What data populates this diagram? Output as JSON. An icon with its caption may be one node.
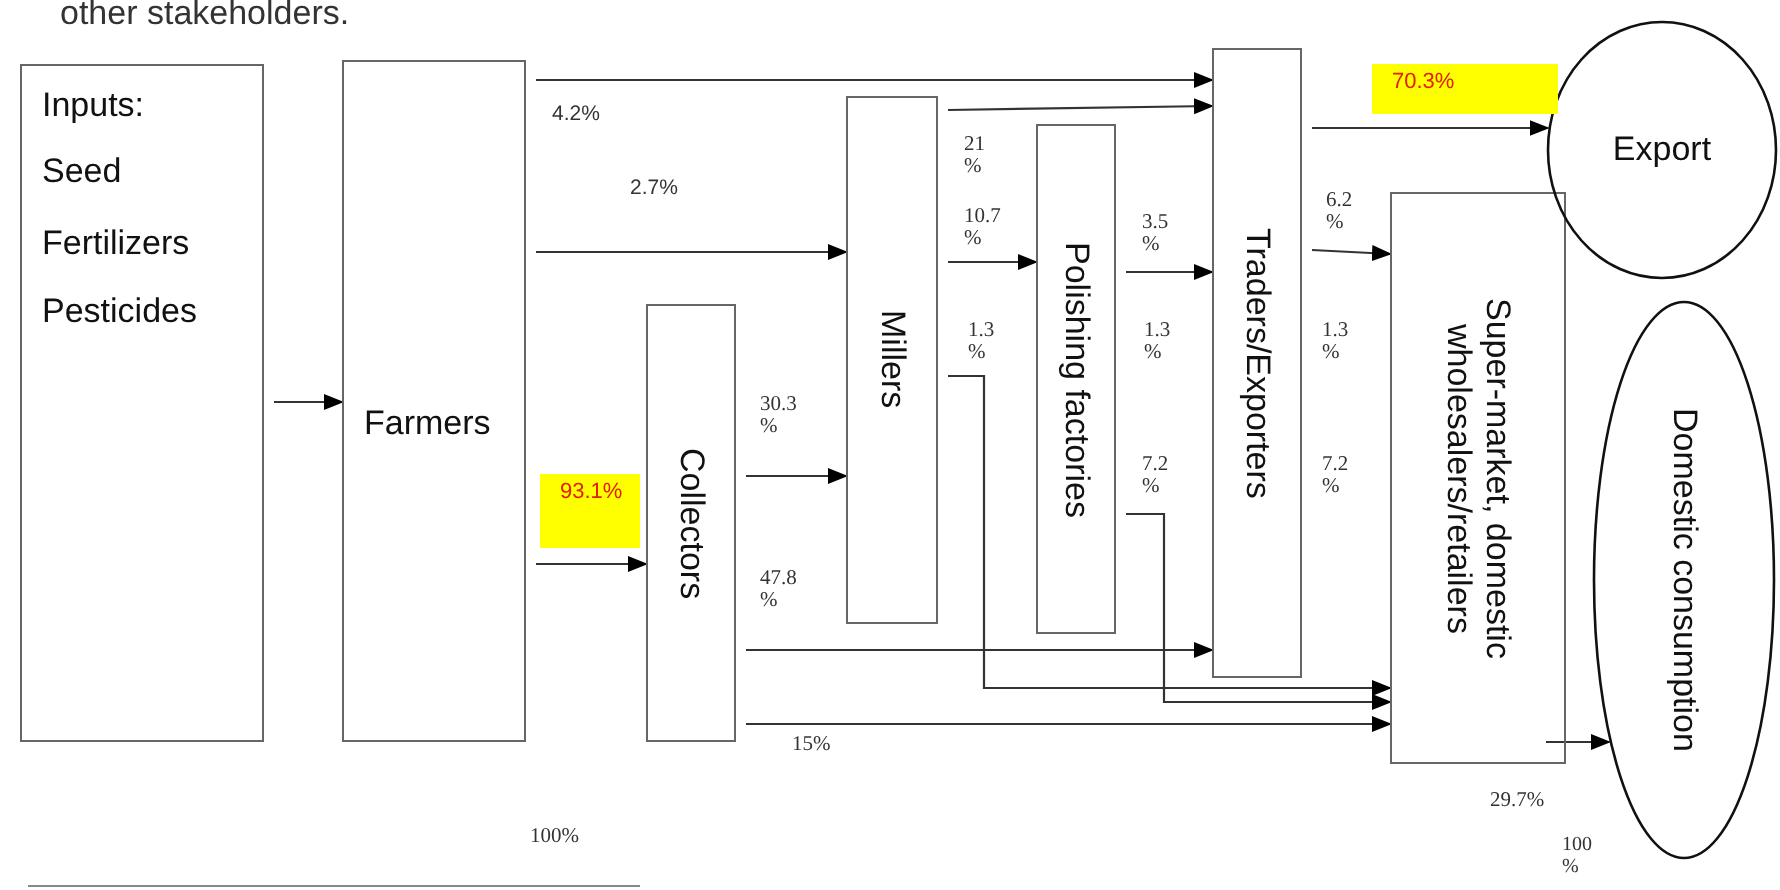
{
  "diagram": {
    "nodes": [
      {
        "text": [
          "Inputs:",
          "Seed",
          "Fertilizers",
          "Pesticides"
        ]
      },
      {
        "text": [
          "Farmers"
        ]
      },
      {
        "text": [
          "Collectors"
        ]
      },
      {
        "text": [
          "Millers"
        ]
      },
      {
        "text": [
          "Polishing factories"
        ]
      },
      {
        "text": [
          "Traders/Exporters"
        ]
      },
      {
        "text": [
          "Super-market, domestic wholesalers/retailers"
        ]
      },
      {
        "text": [
          "Export"
        ]
      },
      {
        "text": [
          "Domestic consumption"
        ]
      }
    ],
    "edges": [
      {
        "from": 0,
        "to": 1,
        "arrow": "to"
      },
      {
        "from": 1,
        "to": 5,
        "arrow": "to",
        "label": "4.2%"
      },
      {
        "from": 1,
        "to": 3,
        "arrow": "to",
        "label": "2.7%"
      },
      {
        "from": 1,
        "to": 2,
        "arrow": "to",
        "label": "93.1%"
      },
      {
        "from": 2,
        "to": 3,
        "arrow": "to",
        "label": "30.3 %"
      },
      {
        "from": 2,
        "to": 5,
        "arrow": "to",
        "label": "47.8 %"
      },
      {
        "from": 2,
        "to": 6,
        "arrow": "to",
        "label": "15%"
      },
      {
        "from": 3,
        "to": 5,
        "arrow": "to",
        "label": "21 %"
      },
      {
        "from": 3,
        "to": 4,
        "arrow": "to",
        "label": "10.7 %"
      },
      {
        "from": 3,
        "to": 6,
        "arrow": "to",
        "label": "1.3 %"
      },
      {
        "from": 4,
        "to": 5,
        "arrow": "to",
        "label": "3.5 %"
      },
      {
        "from": 4,
        "to": 6,
        "arrow": "to",
        "label": "7.2 %"
      },
      {
        "from": 5,
        "to": 7,
        "arrow": "to",
        "label": "70.3%"
      },
      {
        "from": 5,
        "to": 6,
        "arrow": "to",
        "label": "6.2 %"
      },
      {
        "from": 6,
        "to": 8,
        "arrow": "to"
      }
    ],
    "labels": [
      "other stakeholders.",
      "1.3 %",
      "1.3 %",
      "7.2 %",
      "100%",
      "29.7%",
      "100 %"
    ]
  }
}
